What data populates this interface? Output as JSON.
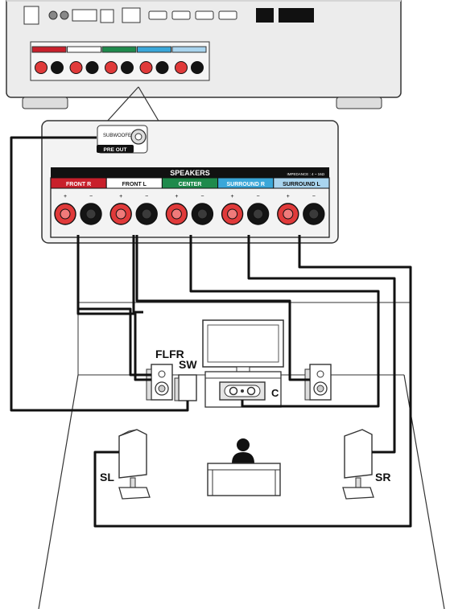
{
  "colors": {
    "front_red": "#c8202b",
    "front_white": "#ffffff",
    "center_green": "#1f8a4c",
    "surround_blue": "#3aa7d9",
    "surround_back_lightblue": "#a9d4ee",
    "terminal_red": "#e03a3a",
    "terminal_black": "#141414",
    "panel_gray": "#d9d9d9",
    "wire": "#111111"
  },
  "receiver": {
    "speakers_label": "SPEAKERS",
    "impedance_label": "IMPEDANCE : 4 ~ 16Ω",
    "channels": [
      {
        "label": "FRONT R",
        "color": "#c8202b",
        "text_color": "#ffffff"
      },
      {
        "label": "FRONT L",
        "color": "#ffffff",
        "text_color": "#111111"
      },
      {
        "label": "CENTER",
        "color": "#1f8a4c",
        "text_color": "#ffffff"
      },
      {
        "label": "SURROUND R",
        "color": "#3aa7d9",
        "text_color": "#ffffff"
      },
      {
        "label": "SURROUND L",
        "color": "#a9d4ee",
        "text_color": "#111111"
      }
    ],
    "pre_out_label": "PRE OUT",
    "subwoofer_label": "SUBWOOFER"
  },
  "speakers": {
    "fl_fr": "FLFR",
    "sw": "SW",
    "center": "C",
    "sl": "SL",
    "sr": "SR"
  }
}
